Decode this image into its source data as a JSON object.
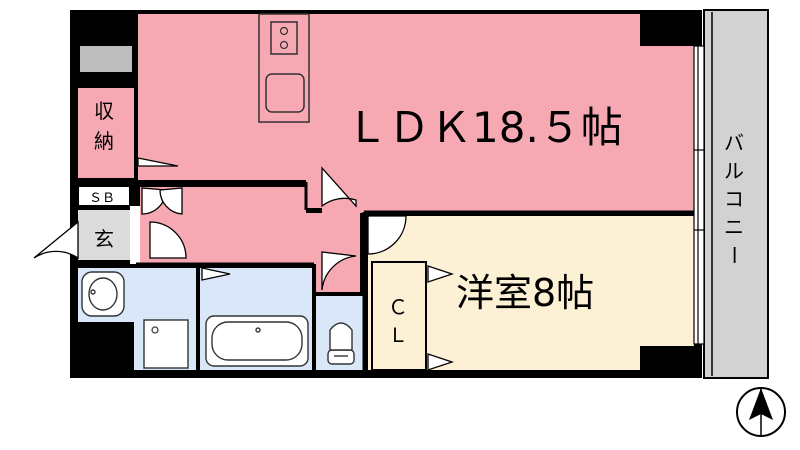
{
  "rooms": {
    "ldk": "ＬＤＫ18.５帖",
    "western": "洋室8帖",
    "storage": [
      "収",
      "納"
    ],
    "shoe_box": "ＳＢ",
    "entrance": "玄",
    "closet": [
      "Ｃ",
      "Ｌ"
    ],
    "balcony": [
      "バ",
      "ル",
      "コ",
      "ニ",
      "ー"
    ]
  },
  "colors": {
    "ldk": "#f7a9b3",
    "western": "#fcf1d4",
    "wet": "#d9e7f8",
    "entrance": "#dcdcdc",
    "storage_gray": "#bdbdbd",
    "balcony": "#d2d2d2",
    "wall": "#000000"
  },
  "icons": {
    "compass": "north-arrow-icon"
  }
}
